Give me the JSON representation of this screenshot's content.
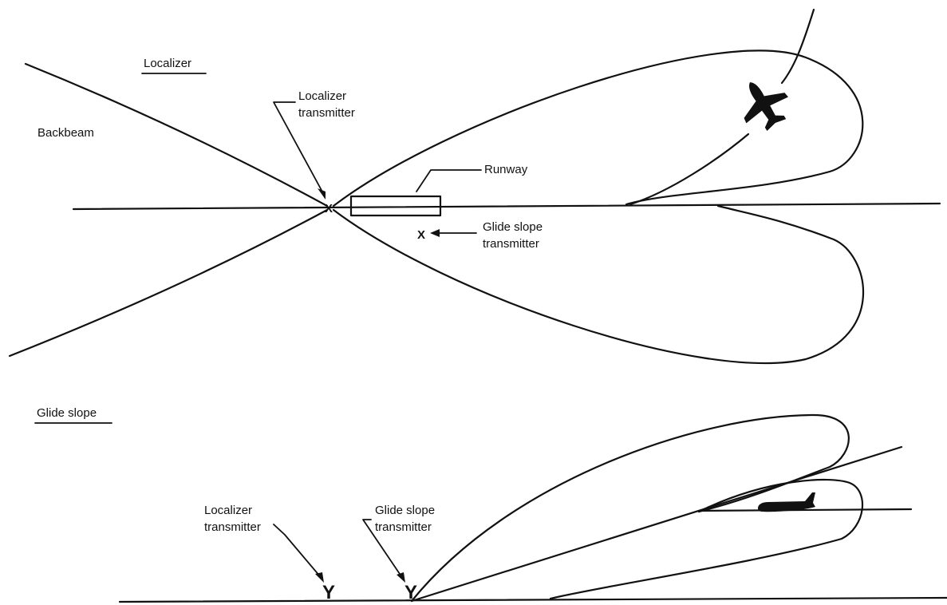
{
  "localizer": {
    "heading": "Localizer",
    "backbeam": "Backbeam",
    "transmitter_line1": "Localizer",
    "transmitter_line2": "transmitter",
    "runway": "Runway",
    "glide_tx_line1": "Glide slope",
    "glide_tx_line2": "transmitter",
    "x_mark": "X"
  },
  "glide_slope": {
    "heading": "Glide slope",
    "loc_tx_line1": "Localizer",
    "loc_tx_line2": "transmitter",
    "gs_tx_line1": "Glide slope",
    "gs_tx_line2": "transmitter",
    "antenna_mark": "Y"
  }
}
